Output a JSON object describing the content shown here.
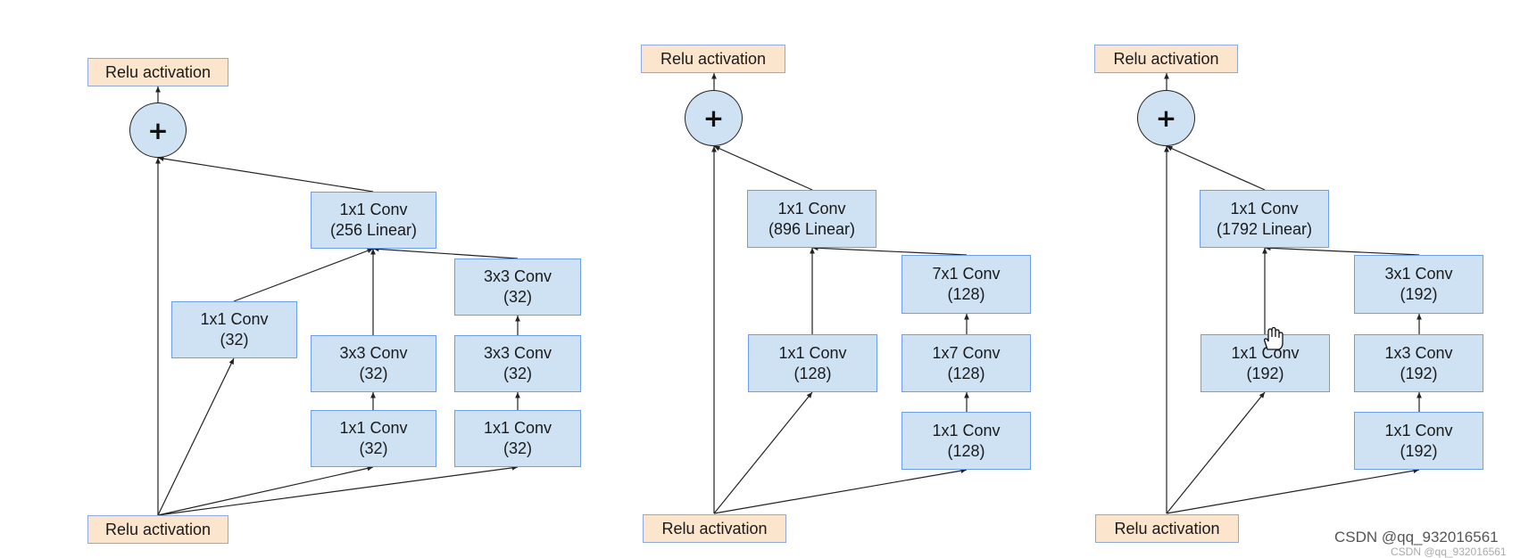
{
  "relu_label": "Relu activation",
  "plus_symbol": "+",
  "blocks": [
    {
      "linear": {
        "line1": "1x1 Conv",
        "line2": "(256 Linear)"
      },
      "branch1": {
        "line1": "1x1 Conv",
        "line2": "(32)"
      },
      "branch2_top": {
        "line1": "3x3 Conv",
        "line2": "(32)"
      },
      "branch2_bottom": {
        "line1": "1x1 Conv",
        "line2": "(32)"
      },
      "branch3_top": {
        "line1": "3x3 Conv",
        "line2": "(32)"
      },
      "branch3_mid": {
        "line1": "3x3 Conv",
        "line2": "(32)"
      },
      "branch3_bottom": {
        "line1": "1x1 Conv",
        "line2": "(32)"
      }
    },
    {
      "linear": {
        "line1": "1x1 Conv",
        "line2": "(896 Linear)"
      },
      "branch1": {
        "line1": "1x1 Conv",
        "line2": "(128)"
      },
      "branch2_top": {
        "line1": "7x1 Conv",
        "line2": "(128)"
      },
      "branch2_mid": {
        "line1": "1x7 Conv",
        "line2": "(128)"
      },
      "branch2_bottom": {
        "line1": "1x1 Conv",
        "line2": "(128)"
      }
    },
    {
      "linear": {
        "line1": "1x1 Conv",
        "line2": "(1792 Linear)"
      },
      "branch1": {
        "line1": "1x1 Conv",
        "line2": "(192)"
      },
      "branch2_top": {
        "line1": "3x1 Conv",
        "line2": "(192)"
      },
      "branch2_mid": {
        "line1": "1x3 Conv",
        "line2": "(192)"
      },
      "branch2_bottom": {
        "line1": "1x1 Conv",
        "line2": "(192)"
      }
    }
  ],
  "watermark": "CSDN @qq_932016561",
  "watermark_faint": "CSDN @qq_932016561",
  "colors": {
    "conv_fill": "#cfe2f3",
    "conv_border": "#6d9eeb",
    "relu_fill": "#fce5cd",
    "arrow": "#222222"
  }
}
